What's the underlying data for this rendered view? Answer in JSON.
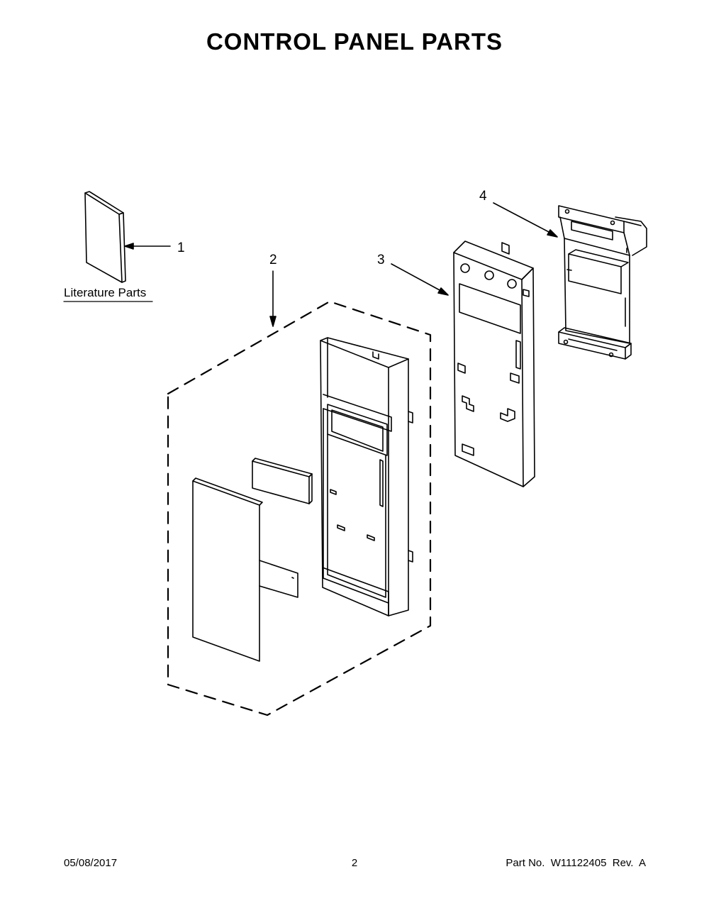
{
  "page_title": "CONTROL PANEL PARTS",
  "callouts": {
    "c1": "1",
    "c2": "2",
    "c3": "3",
    "c4": "4"
  },
  "literature_label": "Literature Parts",
  "footer": {
    "date": "05/08/2017",
    "page": "2",
    "part": "Part No.  W11122405  Rev.  A"
  },
  "colors": {
    "line": "#000000",
    "background": "#ffffff"
  }
}
